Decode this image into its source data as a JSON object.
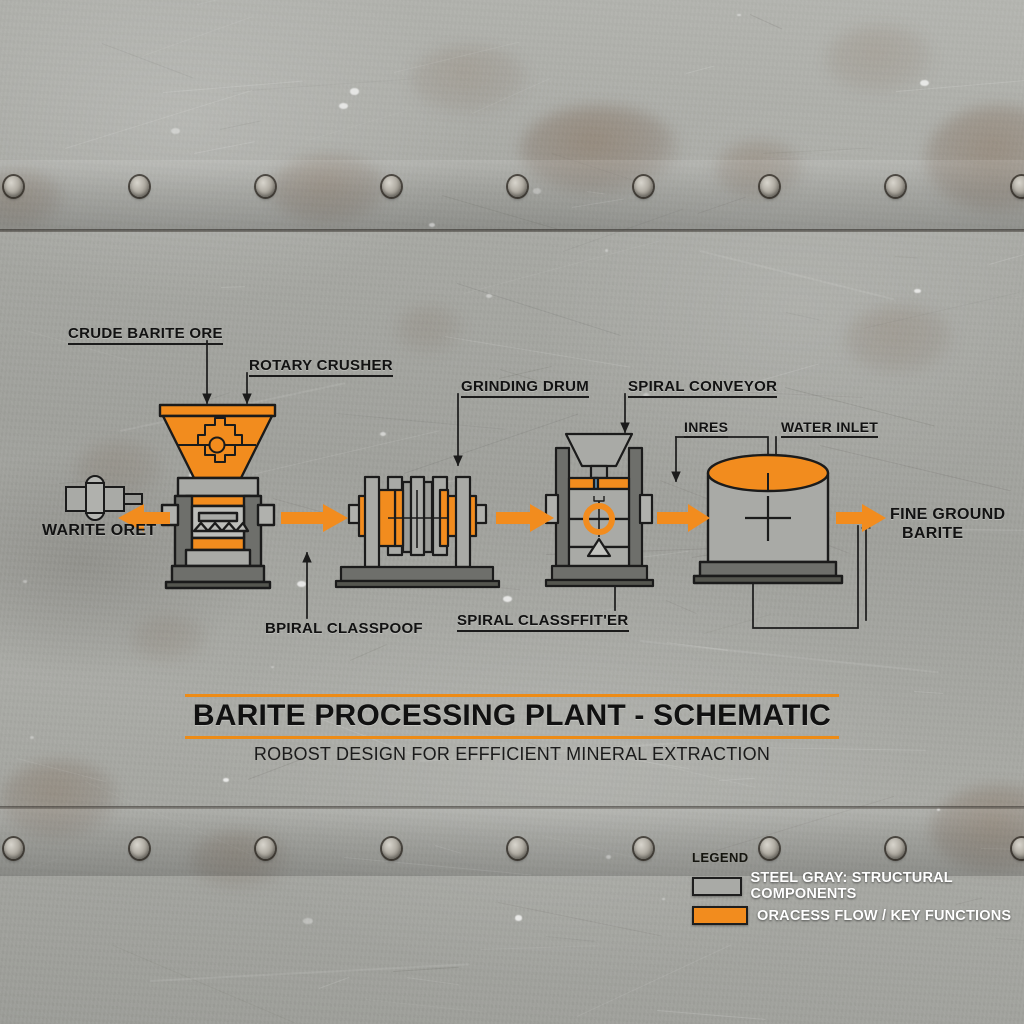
{
  "colors": {
    "orange": "#F28C1E",
    "steel_gray": "#A9AAA6",
    "dark_gray": "#6E6F6B",
    "ink": "#1C1C1C"
  },
  "title": {
    "heading": "BARITE PROCESSING PLANT - SCHEMATIC",
    "subtitle": "ROBOST DESIGN FOR EFFFICIENT MINERAL EXTRACTION"
  },
  "callouts": {
    "crude_barite_ore": "CRUDE BARITE ORE",
    "rotary_crusher": "ROTARY CRUSHER",
    "grinding_drum": "GRINDING DRUM",
    "spiral_conveyor": "SPIRAL CONVEYOR",
    "inres": "INRES",
    "water_inlet": "WATER INLET",
    "bpiral_classpoof": "BPIRAL CLASSPOOF",
    "spiral_classffiter": "SPIRAL CLASSFFIT'ER",
    "warite_oret": "WARITE ORET",
    "fine_ground_barite_l1": "FINE GROUND",
    "fine_ground_barite_l2": "BARITE"
  },
  "legend": {
    "heading": "LEGEND",
    "items": [
      {
        "swatch": "gray",
        "label": "STEEL GRAY: STRUCTURAL COMPONENTS"
      },
      {
        "swatch": "orange",
        "label": "ORACESS FLOW / KEY FUNCTIONS"
      }
    ]
  },
  "equipment": [
    {
      "name": "rotary-crusher",
      "type": "hopper-crusher"
    },
    {
      "name": "grinding-drum",
      "type": "roller-mill"
    },
    {
      "name": "spiral-classifier",
      "type": "tower-unit"
    },
    {
      "name": "storage-tank",
      "type": "cylindrical-tank"
    }
  ],
  "flow_arrows": [
    {
      "name": "arrow-tank-to-crusher",
      "direction": "left"
    },
    {
      "name": "arrow-crusher-to-drum",
      "direction": "right"
    },
    {
      "name": "arrow-drum-to-classifier",
      "direction": "right"
    },
    {
      "name": "arrow-classifier-to-tank",
      "direction": "right"
    },
    {
      "name": "arrow-tank-to-output",
      "direction": "right"
    }
  ]
}
